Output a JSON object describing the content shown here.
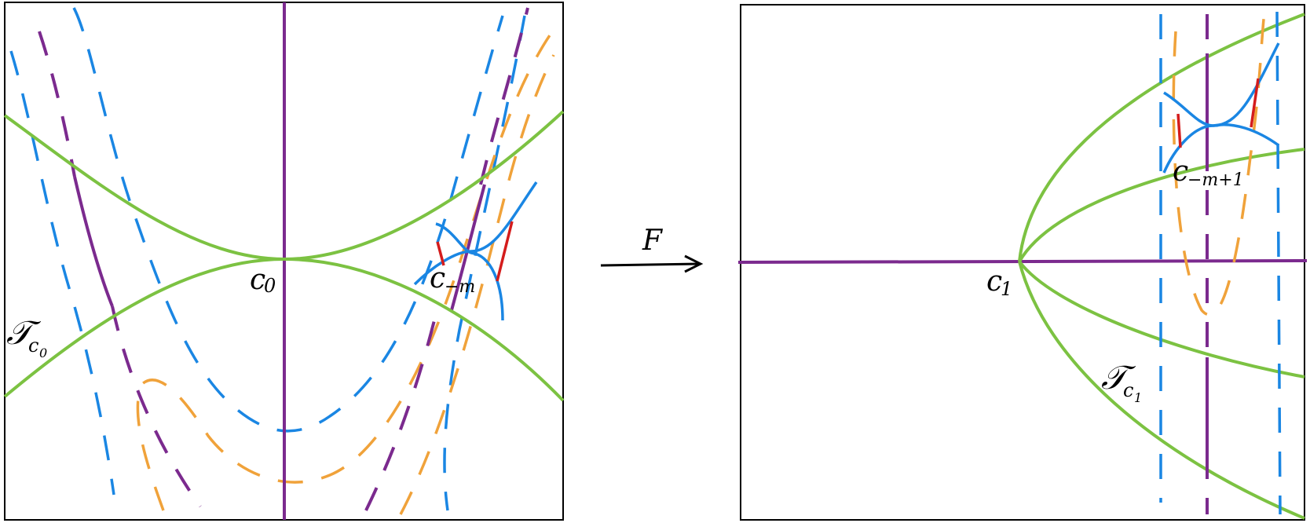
{
  "colors": {
    "green": "#7cc242",
    "purple": "#7b2a8e",
    "blue": "#1a86e3",
    "orange": "#f0a23a",
    "red": "#d41c1c",
    "frame": "#000000"
  },
  "left_panel": {
    "point_label": "c",
    "point_sub": "0",
    "preimage_label": "c",
    "preimage_sub": "−m",
    "tangent_label": "𝒯",
    "tangent_sub": "c",
    "tangent_subsub": "0"
  },
  "map": {
    "label": "F"
  },
  "right_panel": {
    "point_label": "c",
    "point_sub": "1",
    "image_label": "c",
    "image_sub": "−m+1",
    "tangent_label": "𝒯",
    "tangent_sub": "c",
    "tangent_subsub": "1"
  }
}
